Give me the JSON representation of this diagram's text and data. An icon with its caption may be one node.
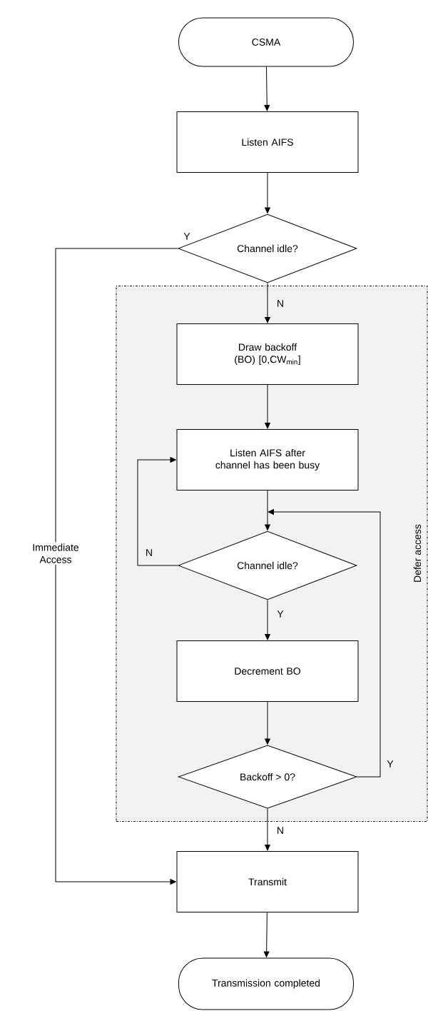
{
  "diagram": {
    "nodes": [
      {
        "text": [
          "CSMA"
        ]
      },
      {
        "text": [
          "Listen AIFS"
        ]
      },
      {
        "text": [
          "Channel idle?"
        ]
      },
      {
        "text": [
          "Defer access"
        ]
      },
      {
        "text": [
          "Draw backoff (BO) [0,CW$_{min}$]"
        ],
        "in": 3
      },
      {
        "text": [
          "Listen AIFS after channel has been busy"
        ],
        "in": 3
      },
      {
        "text": [
          "Channel idle?"
        ],
        "in": 3
      },
      {
        "text": [
          "Decrement BO"
        ],
        "in": 3
      },
      {
        "text": [
          "Backoff > 0?"
        ],
        "in": 3
      },
      {
        "text": [
          "Transmit"
        ]
      },
      {
        "text": [
          "Transmission completed"
        ]
      }
    ],
    "edges": [
      {
        "from": 0,
        "to": 1,
        "arrow": "to"
      },
      {
        "from": 1,
        "to": 2,
        "arrow": "to"
      },
      {
        "from": 2,
        "to": 4,
        "arrow": "to",
        "label": "N"
      },
      {
        "from": 2,
        "to": 9,
        "arrow": "to",
        "label": "Y"
      },
      {
        "from": 4,
        "to": 5,
        "arrow": "to"
      },
      {
        "from": 5,
        "to": 6,
        "arrow": "to"
      },
      {
        "from": 6,
        "to": 5,
        "arrow": "to",
        "label": "N"
      },
      {
        "from": 6,
        "to": 7,
        "arrow": "to",
        "label": "Y"
      },
      {
        "from": 7,
        "to": 8,
        "arrow": "to"
      },
      {
        "from": 8,
        "to": 6,
        "arrow": "to",
        "label": "Y"
      },
      {
        "from": 8,
        "to": 9,
        "arrow": "to",
        "label": "N"
      },
      {
        "from": 9,
        "to": 10,
        "arrow": "to"
      }
    ],
    "labels": [
      "Immediate Access"
    ]
  }
}
